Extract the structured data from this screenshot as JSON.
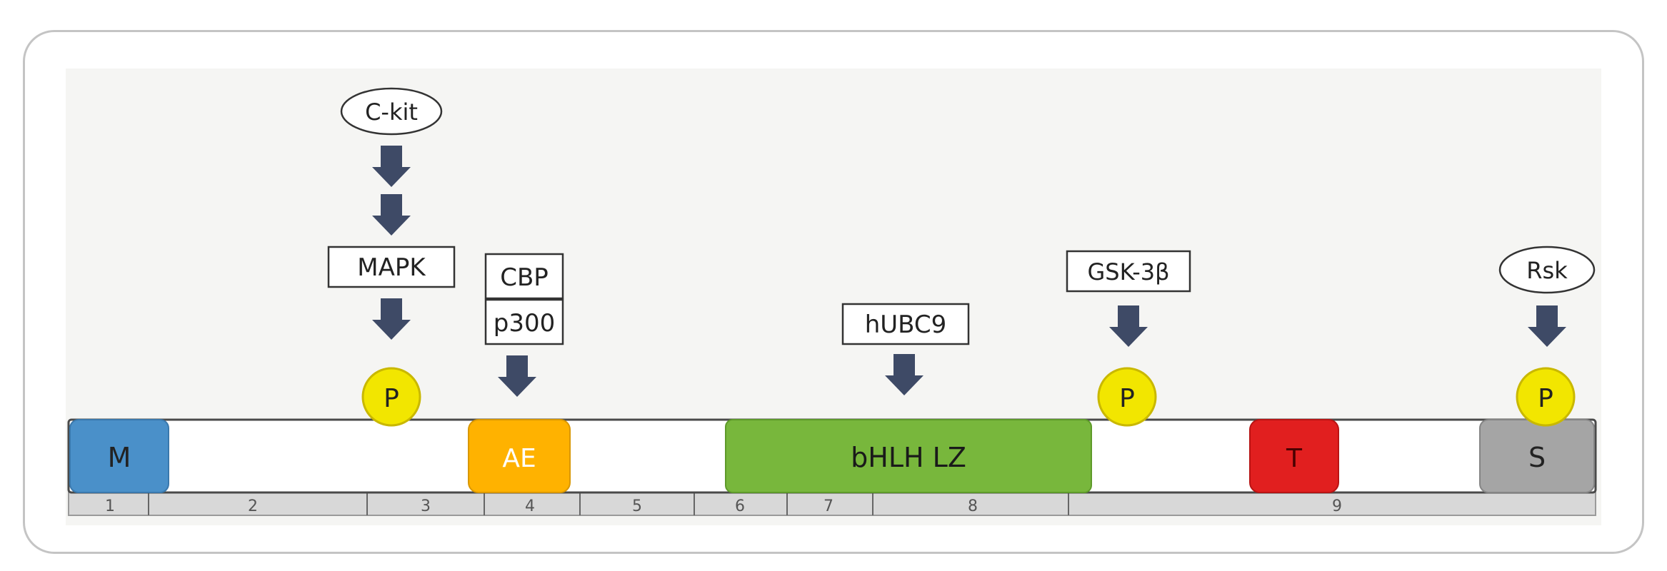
{
  "domains": [
    {
      "id": "M",
      "label": "M",
      "color": "#4a90c9"
    },
    {
      "id": "AE",
      "label": "AE",
      "color": "#ffb200"
    },
    {
      "id": "bHLH",
      "label": "bHLH LZ",
      "color": "#78b73c"
    },
    {
      "id": "T",
      "label": "T",
      "color": "#e11f1f"
    },
    {
      "id": "S",
      "label": "S",
      "color": "#a5a5a5"
    }
  ],
  "exons": [
    "1",
    "2",
    "3",
    "4",
    "5",
    "6",
    "7",
    "8",
    "9"
  ],
  "regulators": {
    "ckit": "C-kit",
    "mapk": "MAPK",
    "cbp": "CBP",
    "p300": "p300",
    "hubc9": "hUBC9",
    "gsk3b": "GSK-3β",
    "rsk": "Rsk"
  },
  "phospho_label": "P",
  "colors": {
    "arrow": "#3e4a66",
    "phospho_fill": "#f2e600",
    "phospho_stroke": "#c9b800",
    "exon_bar": "#d8d8d8"
  }
}
